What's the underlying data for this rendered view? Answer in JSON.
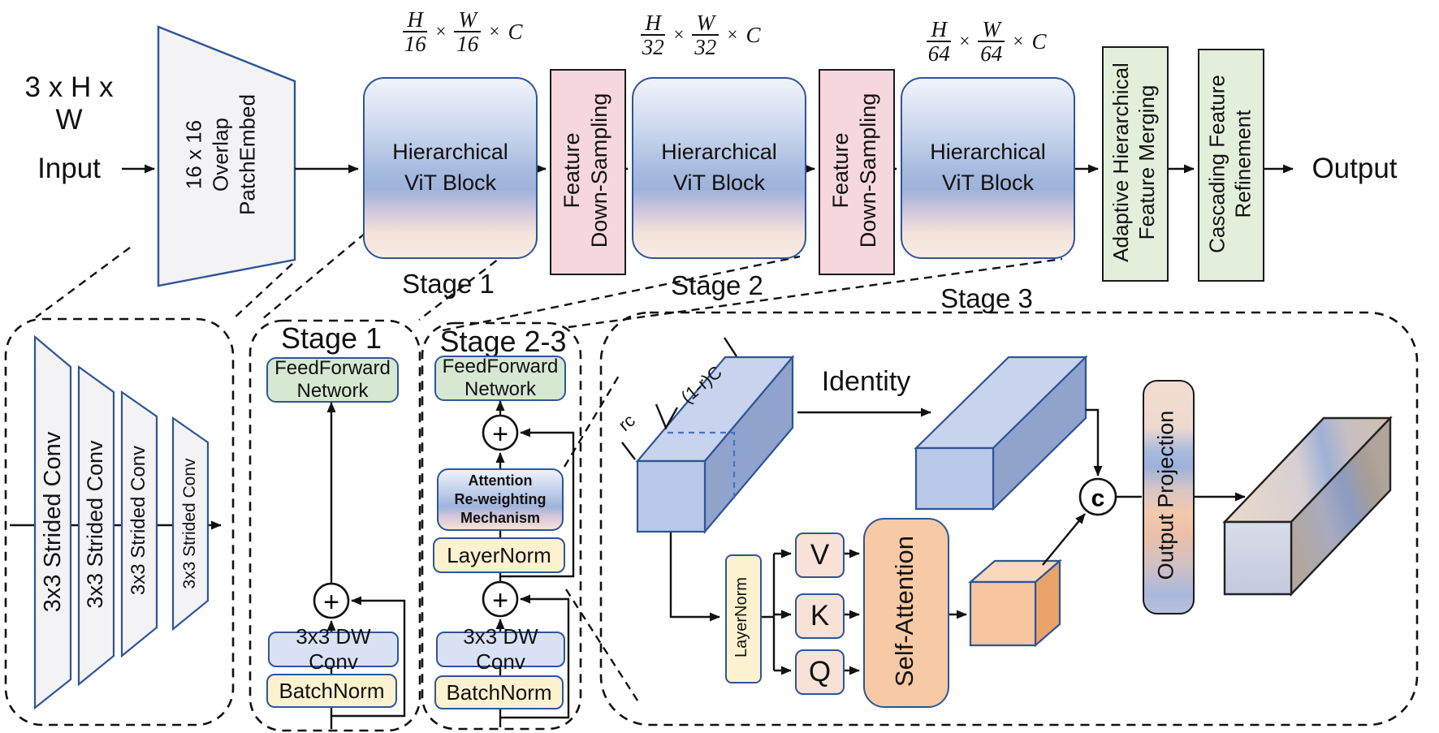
{
  "top": {
    "input_dims": "3 x H x W",
    "input_label": "Input",
    "patch_embed": {
      "line1": "16 x 16",
      "line2": "Overlap",
      "line3": "PatchEmbed"
    },
    "dims": [
      {
        "n1": "H",
        "d1": "16",
        "n2": "W",
        "d2": "16",
        "times": "×",
        "c": "C"
      },
      {
        "n1": "H",
        "d1": "32",
        "n2": "W",
        "d2": "32",
        "times": "×",
        "c": "C"
      },
      {
        "n1": "H",
        "d1": "64",
        "n2": "W",
        "d2": "64",
        "times": "×",
        "c": "C"
      }
    ],
    "vit_block": {
      "line1": "Hierarchical",
      "line2": "ViT Block"
    },
    "downsample": {
      "line1": "Feature",
      "line2": "Down-Sampling"
    },
    "merging": {
      "line1": "Adaptive Hierarchical",
      "line2": "Feature Merging"
    },
    "refinement": {
      "line1": "Cascading Feature",
      "line2": "Refinement"
    },
    "stage_labels": [
      "Stage 1",
      "Stage 2",
      "Stage 3"
    ],
    "output_label": "Output"
  },
  "stem": {
    "convs": [
      "3x3 Strided Conv",
      "3x3 Strided Conv",
      "3x3 Strided Conv",
      "3x3 Strided Conv"
    ]
  },
  "stage1_detail": {
    "title": "Stage 1",
    "ffn": {
      "line1": "FeedForward",
      "line2": "Network"
    },
    "dwconv": "3x3 DW Conv",
    "batchnorm": "BatchNorm",
    "plus": "+"
  },
  "stage23_detail": {
    "title": "Stage 2-3",
    "ffn": {
      "line1": "FeedForward",
      "line2": "Network"
    },
    "attention": {
      "line1": "Attention",
      "line2": "Re-weighting",
      "line3": "Mechanism"
    },
    "layernorm": "LayerNorm",
    "dwconv": "3x3 DW Conv",
    "batchnorm": "BatchNorm",
    "plus": "+"
  },
  "attn": {
    "split_top": "(1-r)C",
    "split_bottom": "rc",
    "identity": "Identity",
    "layernorm": "LayerNorm",
    "v": "V",
    "k": "K",
    "q": "Q",
    "self_attention": "Self-Attention",
    "concat": "c",
    "output_projection": "Output Projection"
  },
  "palette": {
    "block_border_blue": "#2f5597",
    "pink_box": "#f7d7de",
    "green_box": "#e3efdb",
    "ffn_green": "#d6e8d2",
    "norm_yellow": "#fdf2cf",
    "conv_blue": "#d9e2f4",
    "attention_orange": "#f7c9a4",
    "cube_blue": "#b9c8e9",
    "cube_orange": "#f7c69e",
    "line_black": "#111111"
  }
}
